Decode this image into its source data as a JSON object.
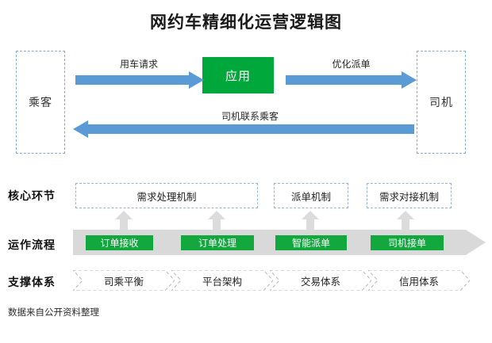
{
  "title": "网约车精细化运营逻辑图",
  "footer": "数据来自公开资料整理",
  "colors": {
    "green": "#00a83c",
    "chip_green": "#12a83e",
    "blue_arrow": "#5b9bd5",
    "dashed_border": "#8aa9cf",
    "band_gray": "#d9d9d9",
    "up_arrow_gray": "#dcdcdc"
  },
  "flow": {
    "actor_left": "乘客",
    "actor_right": "司机",
    "center_node": "应用",
    "arrow_top_label": "用车请求",
    "arrow_right_label": "优化派单",
    "arrow_return_label": "司机联系乘客"
  },
  "rows": {
    "core": {
      "label": "核心环节",
      "items": [
        "需求处理机制",
        "派单机制",
        "需求对接机制"
      ]
    },
    "process": {
      "label": "运作流程",
      "items": [
        "订单接收",
        "订单处理",
        "智能派单",
        "司机接单"
      ]
    },
    "support": {
      "label": "支撑体系",
      "items": [
        "司乘平衡",
        "平台架构",
        "交易体系",
        "信用体系"
      ]
    }
  }
}
